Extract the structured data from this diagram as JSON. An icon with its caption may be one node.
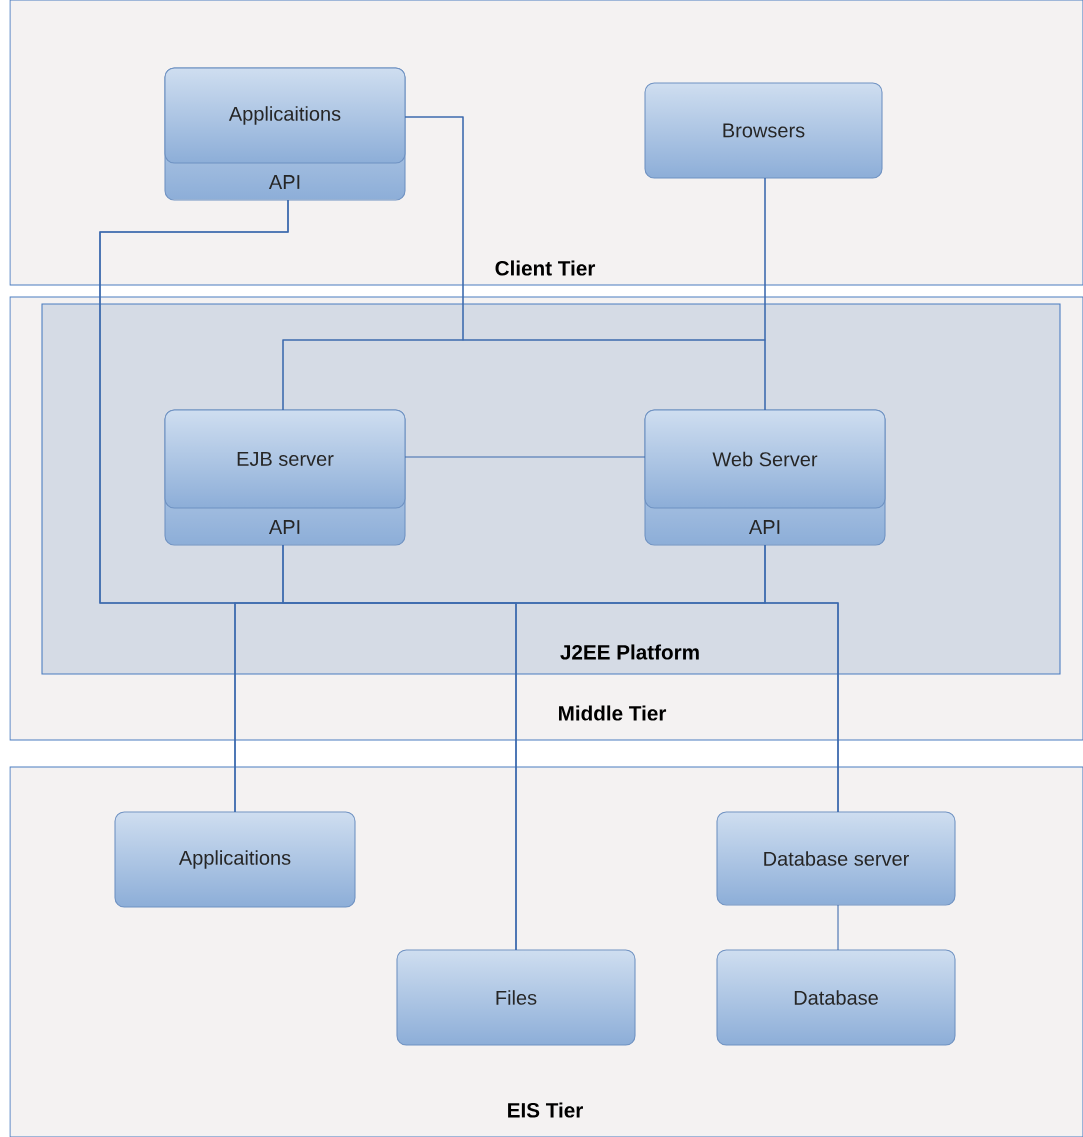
{
  "diagram": {
    "nodes": [
      {
        "text": [
          "Client Tier"
        ]
      },
      {
        "text": [
          "Applicaitions",
          "API"
        ],
        "in": 0
      },
      {
        "text": [
          "Browsers"
        ],
        "in": 0
      },
      {
        "text": [
          "Middle Tier"
        ]
      },
      {
        "text": [
          "J2EE Platform"
        ],
        "in": 3
      },
      {
        "text": [
          "EJB server",
          "API"
        ],
        "in": 4
      },
      {
        "text": [
          "Web Server",
          "API"
        ],
        "in": 4
      },
      {
        "text": [
          "EIS Tier"
        ]
      },
      {
        "text": [
          "Applicaitions"
        ],
        "in": 7
      },
      {
        "text": [
          "Database server"
        ],
        "in": 7
      },
      {
        "text": [
          "Files"
        ],
        "in": 7
      },
      {
        "text": [
          "Database"
        ],
        "in": 7
      }
    ],
    "edges": [
      {
        "from": 1,
        "to": 5,
        "arrow": "none"
      },
      {
        "from": 1,
        "to": 6,
        "arrow": "none"
      },
      {
        "from": 2,
        "to": 6,
        "arrow": "none"
      },
      {
        "from": 2,
        "to": 5,
        "arrow": "none"
      },
      {
        "from": 5,
        "to": 6,
        "arrow": "none"
      },
      {
        "from": 1,
        "to": 8,
        "arrow": "none"
      },
      {
        "from": 1,
        "to": 10,
        "arrow": "none"
      },
      {
        "from": 1,
        "to": 9,
        "arrow": "none"
      },
      {
        "from": 5,
        "to": 8,
        "arrow": "none"
      },
      {
        "from": 5,
        "to": 10,
        "arrow": "none"
      },
      {
        "from": 5,
        "to": 9,
        "arrow": "none"
      },
      {
        "from": 6,
        "to": 8,
        "arrow": "none"
      },
      {
        "from": 6,
        "to": 10,
        "arrow": "none"
      },
      {
        "from": 6,
        "to": 9,
        "arrow": "none"
      },
      {
        "from": 9,
        "to": 11,
        "arrow": "none"
      }
    ]
  }
}
